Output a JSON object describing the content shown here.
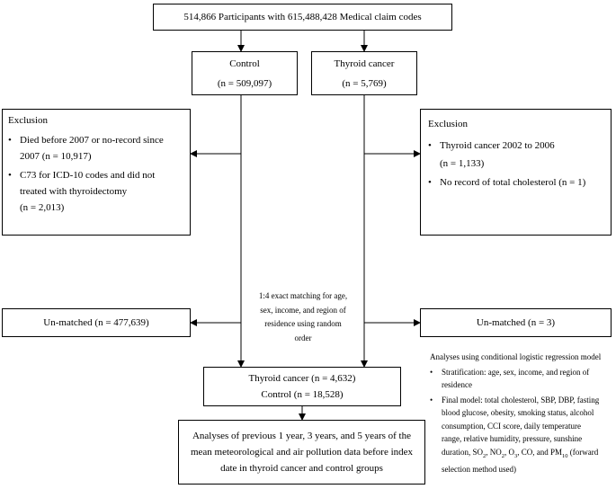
{
  "top_box": "514,866 Participants with  615,488,428 Medical claim codes",
  "control_box": {
    "line1": "Control",
    "line2": "(n = 509,097)"
  },
  "thyroid_box": {
    "line1": "Thyroid cancer",
    "line2": "(n = 5,769)"
  },
  "exclusion_left": {
    "title": "Exclusion",
    "items": [
      {
        "line1": "Died before 2007 or no-record since",
        "line2": "2007 (n = 10,917)"
      },
      {
        "line1": "C73 for ICD-10 codes  and did not",
        "line2": "treated with thyroidectomy",
        "line3": "(n = 2,013)"
      }
    ]
  },
  "exclusion_right": {
    "title": "Exclusion",
    "items": [
      {
        "line1": "Thyroid cancer 2002 to 2006",
        "line2": "(n = 1,133)"
      },
      {
        "line1": "No record of total cholesterol (n = 1)"
      }
    ]
  },
  "matching_text": [
    "1:4 exact matching for age,",
    "sex, income, and region of",
    "residence using random",
    "order"
  ],
  "unmatched_left": "Un-matched (n = 477,639)",
  "unmatched_right": "Un-matched (n = 3)",
  "matched_box": {
    "line1": "Thyroid cancer (n = 4,632)",
    "line2": "Control (n = 18,528)"
  },
  "analysis_box": [
    "Analyses of previous 1 year, 3 years, and 5 years of the",
    "mean meteorological and air pollution data before index",
    "date in thyroid cancer and control groups"
  ],
  "regression_note": {
    "title": "Analyses using conditional logistic regression model",
    "strat_line1": "Stratification: age, sex, income, and region of",
    "strat_line2": "residence",
    "final_line1": "Final model: total cholesterol, SBP, DBP, fasting",
    "final_line2": "blood glucose, obesity, smoking status, alcohol",
    "final_line3": "consumption, CCI score, daily temperature",
    "final_line4": "range, relative humidity, pressure, sunshine",
    "final_so": "SO",
    "final_so_sub": "2",
    "final_no": "NO",
    "final_no_sub": "2",
    "final_o": "O",
    "final_o_sub": "3",
    "final_co": "CO, and PM",
    "final_pm_sub": "10",
    "final_tail1": " (forward",
    "final_line6": "selection method used)"
  }
}
